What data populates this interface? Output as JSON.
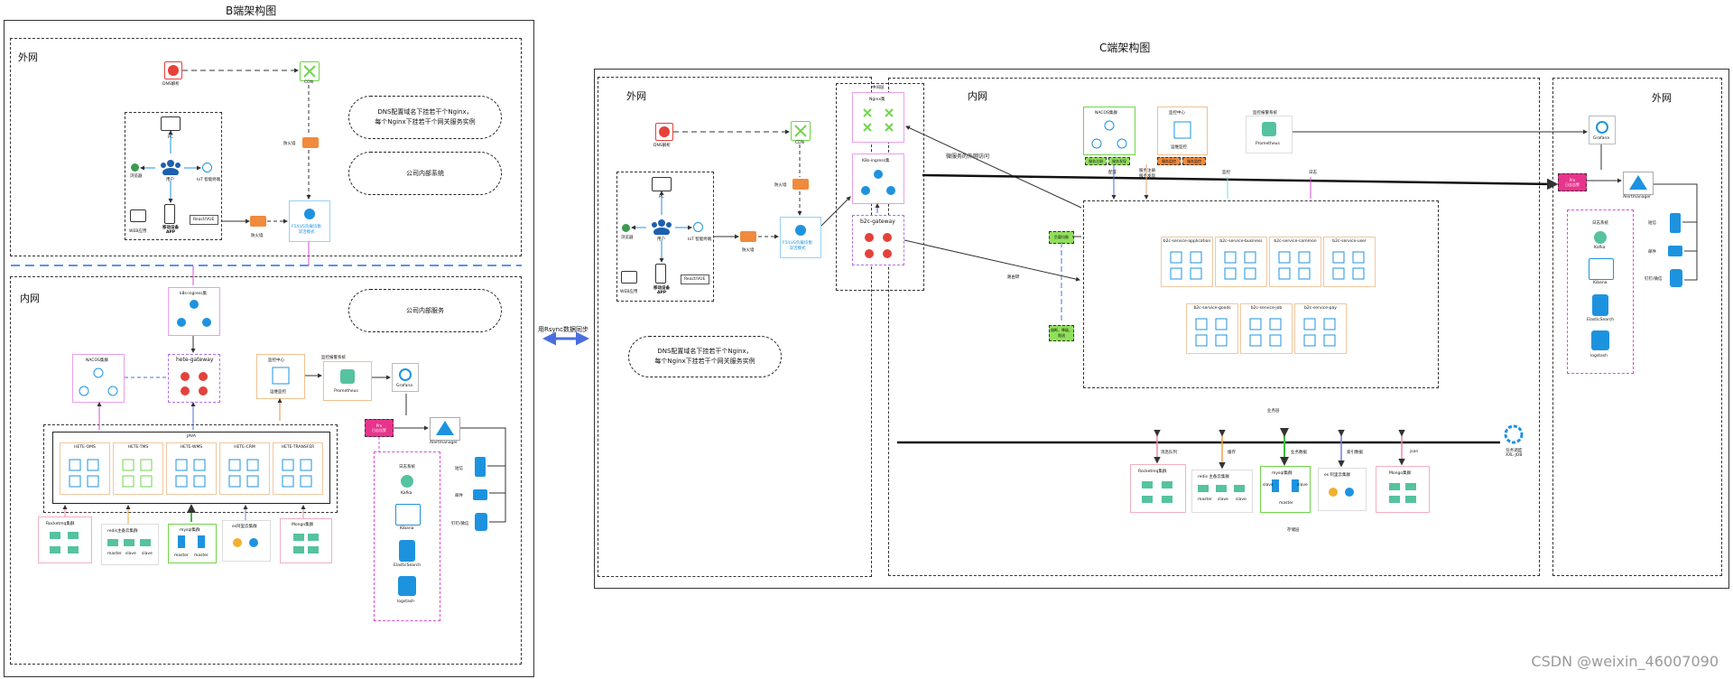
{
  "left": {
    "title": "B端架构图",
    "outer_net": "外网",
    "inner_net": "内网",
    "dns": "DNS解析",
    "cdn": "CDN",
    "pc": "PC",
    "browser": "浏览器",
    "iot": "IoT 智能终端",
    "user": "用户",
    "mobile": "移动设备\nAPP",
    "web": "WEB应用",
    "reactvue": "React/VUE",
    "firewall": "防火墙",
    "slb": "F5/LVS负载均衡\n双活模式",
    "note1": "DNS配置域名下挂若干个Nginx，\n每个Nginx下挂若干个网关服务实例",
    "note2": "公司内部系统",
    "note3": "公司内部服务",
    "k8s": "k8s-ingress集",
    "nacos": "NACOS集群",
    "gateway": "hete-gateway",
    "monitor": "监控中心",
    "monitor_sub": "运维监控",
    "prom_sys": "监控报警系统",
    "prometheus": "Prometheus",
    "grafana": "Grafana",
    "java": "JAVA",
    "services": [
      "HETE-OMS",
      "HETE-TMS",
      "HETE-WMS",
      "HETE-CRM",
      "HETE-TRANSFER"
    ],
    "rocketmq": "Rocketmq集群",
    "redis": "redis主备云集群",
    "mysql": "mysql集群",
    "es": "es阿里云集群",
    "mongo": "Mongo集群",
    "log_sys": "日志系统",
    "kafka": "Kafka",
    "kibana": "Kibana",
    "elastic": "ElasticSearch",
    "logstash": "logstash",
    "alertmgr": "Alertmanager",
    "sms": "短信",
    "email": "邮件",
    "dingtalk": "钉钉/微信",
    "alarm_tag": "Pro\n日志告警",
    "redis_sub": [
      "master",
      "slave",
      "slave"
    ],
    "mysql_sub": [
      "master",
      "master"
    ]
  },
  "mid": {
    "sync": "用Rsync数据同步"
  },
  "right": {
    "title": "C端架构图",
    "outer_net_l": "外网",
    "inner_net": "内网",
    "outer_net_r": "外网",
    "dns": "DNS解析",
    "cdn": "CDN",
    "pc": "PC",
    "browser": "浏览器",
    "iot": "IoT 智能终端",
    "user": "用户",
    "mobile": "移动设备\nAPP",
    "web": "WEB应用",
    "reactvue": "React/VUE",
    "firewall": "防火墙",
    "slb": "F5/LVS负载均衡\n双活模式",
    "note": "DNS配置域名下挂若干个Nginx，\n每个Nginx下挂若干个网关服务实例",
    "cluster": "中间层",
    "nginx": "Nginx集",
    "k8s": "K8s-ingress集",
    "gateway": "b2c-gateway",
    "micro_access": "微服务的外网访问",
    "nacos": "NACOS集群",
    "monitor": "监控中心",
    "monitor_sub": "运维监控",
    "prom_sys": "监控报警系统",
    "prometheus": "Prometheus",
    "grafana": "Grafana",
    "alertmgr": "Alertmanager",
    "nacos_tags": [
      "服务注册",
      "服务发现"
    ],
    "monitor_tags": [
      "服务监控",
      "服务监控"
    ],
    "line_labels": [
      "配置",
      "服务注册\n服务发现",
      "监控",
      "日志"
    ],
    "route": "路由转",
    "green_tag1": "负载均衡",
    "green_tag2": "熔断、降级、限流",
    "alarm_tag": "Pro\n日志告警",
    "services_row1": [
      "b2c-service-application",
      "b2c-service-business",
      "b2c-service-common",
      "b2c-service-user"
    ],
    "services_row2": [
      "b2c-service-goods",
      "b2c-service-job",
      "b2c-service-pay"
    ],
    "biz_layer": "业务层",
    "data_layer": "存储层",
    "task": "任务调度\nXXL-JOB",
    "db_labels": [
      "消息队列",
      "缓存",
      "业务数据",
      "索引数据",
      "json"
    ],
    "rocketmq": "Rocketmq集群",
    "redis": "redis 主备云集群",
    "mysql": "mysql集群",
    "es": "es 阿里云集群",
    "mongo": "Mongo集群",
    "log_sys": "日志系统",
    "kafka": "Kafka",
    "kibana": "Kibana",
    "elastic": "ElasticSearch",
    "logstash": "logstash",
    "sms": "短信",
    "email": "邮件",
    "dingtalk": "钉钉/微信",
    "redis_sub": [
      "master",
      "slave",
      "slave"
    ],
    "mysql_sub": [
      "slave",
      "slave",
      "master"
    ]
  },
  "footer": "CSDN @weixin_46007090",
  "colors": {
    "accent_blue": "#1d93e0",
    "red": "#e5413a",
    "orange": "#f08a3c",
    "magenta": "#d64fd4",
    "green": "#6fd44a"
  }
}
